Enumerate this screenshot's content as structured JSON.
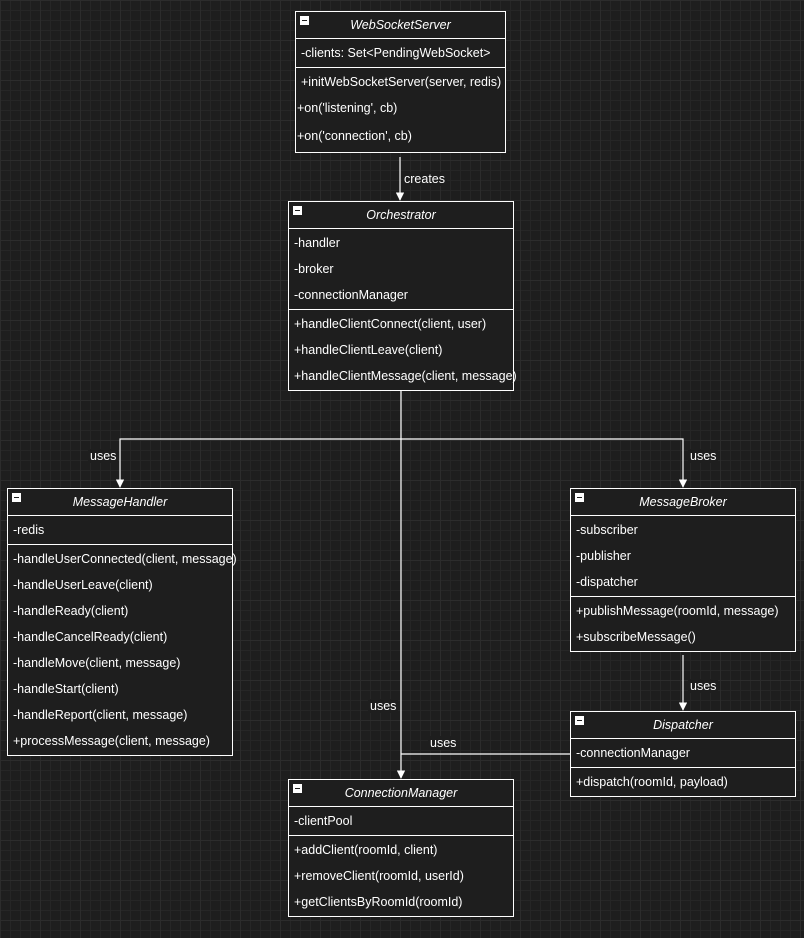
{
  "classes": {
    "websocket_server": {
      "name": "WebSocketServer",
      "attributes": [
        "-clients: Set<PendingWebSocket>"
      ],
      "methods": [
        "+initWebSocketServer(server, redis)",
        "+on('listening', cb)",
        "+on('connection', cb)"
      ]
    },
    "orchestrator": {
      "name": "Orchestrator",
      "attributes": [
        "-handler",
        "-broker",
        "-connectionManager"
      ],
      "methods": [
        "+handleClientConnect(client, user)",
        "+handleClientLeave(client)",
        "+handleClientMessage(client, message)"
      ]
    },
    "message_handler": {
      "name": "MessageHandler",
      "attributes": [
        "-redis"
      ],
      "methods": [
        "-handleUserConnected(client, message)",
        "-handleUserLeave(client)",
        "-handleReady(client)",
        "-handleCancelReady(client)",
        "-handleMove(client, message)",
        "-handleStart(client)",
        "-handleReport(client, message)",
        "+processMessage(client, message)"
      ]
    },
    "message_broker": {
      "name": "MessageBroker",
      "attributes": [
        "-subscriber",
        "-publisher",
        "-dispatcher"
      ],
      "methods": [
        "+publishMessage(roomId, message)",
        "+subscribeMessage()"
      ]
    },
    "dispatcher": {
      "name": "Dispatcher",
      "attributes": [
        "-connectionManager"
      ],
      "methods": [
        "+dispatch(roomId, payload)"
      ]
    },
    "connection_manager": {
      "name": "ConnectionManager",
      "attributes": [
        "-clientPool"
      ],
      "methods": [
        "+addClient(roomId, client)",
        "+removeClient(roomId, userId)",
        "+getClientsByRoomId(roomId)"
      ]
    }
  },
  "edge_labels": {
    "creates": "creates",
    "uses_handler": "uses",
    "uses_broker": "uses",
    "uses_connection": "uses",
    "uses_dispatcher": "uses",
    "uses_dispatch_conn": "uses"
  },
  "colors": {
    "background": "#1e1e1e",
    "stroke": "#ffffff",
    "grid": "#2c2c2c"
  }
}
